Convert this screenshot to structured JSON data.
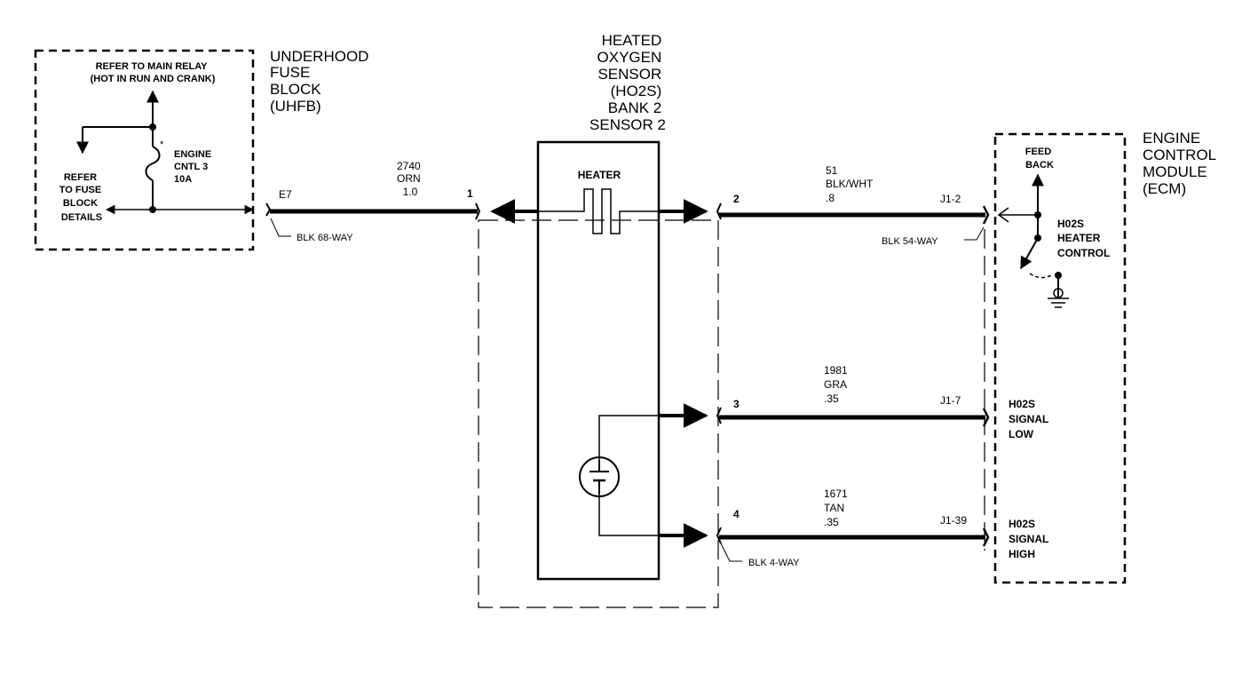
{
  "uhfb": {
    "title": [
      "UNDERHOOD",
      "FUSE",
      "BLOCK",
      "(UHFB)"
    ],
    "relay_note": [
      "REFER TO MAIN RELAY",
      "(HOT IN RUN AND CRANK)"
    ],
    "fuse_label": [
      "ENGINE",
      "CNTL 3",
      "10A"
    ],
    "fuse_star": "*",
    "fuse_block_ref": [
      "REFER",
      "TO FUSE",
      "BLOCK",
      "DETAILS"
    ],
    "terminal": "E7",
    "connector": "BLK 68-WAY"
  },
  "sensor": {
    "title": [
      "HEATED",
      "OXYGEN",
      "SENSOR",
      "(HO2S)",
      "BANK 2",
      "SENSOR 2"
    ],
    "heater_label": "HEATER",
    "pin_heater_feed": "1",
    "pin_heater_ctrl": "2",
    "pin_signal_low": "3",
    "pin_signal_high": "4",
    "connector": "BLK 4-WAY"
  },
  "wires": {
    "feed": {
      "circuit": "2740",
      "color": "ORN",
      "gauge": "1.0"
    },
    "heater_ctrl": {
      "circuit": "51",
      "color": "BLK/WHT",
      "gauge": ".8",
      "ecm_pin": "J1-2"
    },
    "signal_low": {
      "circuit": "1981",
      "color": "GRA",
      "gauge": ".35",
      "ecm_pin": "J1-7"
    },
    "signal_high": {
      "circuit": "1671",
      "color": "TAN",
      "gauge": ".35",
      "ecm_pin": "J1-39"
    }
  },
  "ecm": {
    "title": [
      "ENGINE",
      "CONTROL",
      "MODULE",
      "(ECM)"
    ],
    "feedback": [
      "FEED",
      "BACK"
    ],
    "heater_control": [
      "H02S",
      "HEATER",
      "CONTROL"
    ],
    "signal_low": [
      "H02S",
      "SIGNAL",
      "LOW"
    ],
    "signal_high": [
      "H02S",
      "SIGNAL",
      "HIGH"
    ],
    "connector": "BLK 54-WAY"
  }
}
